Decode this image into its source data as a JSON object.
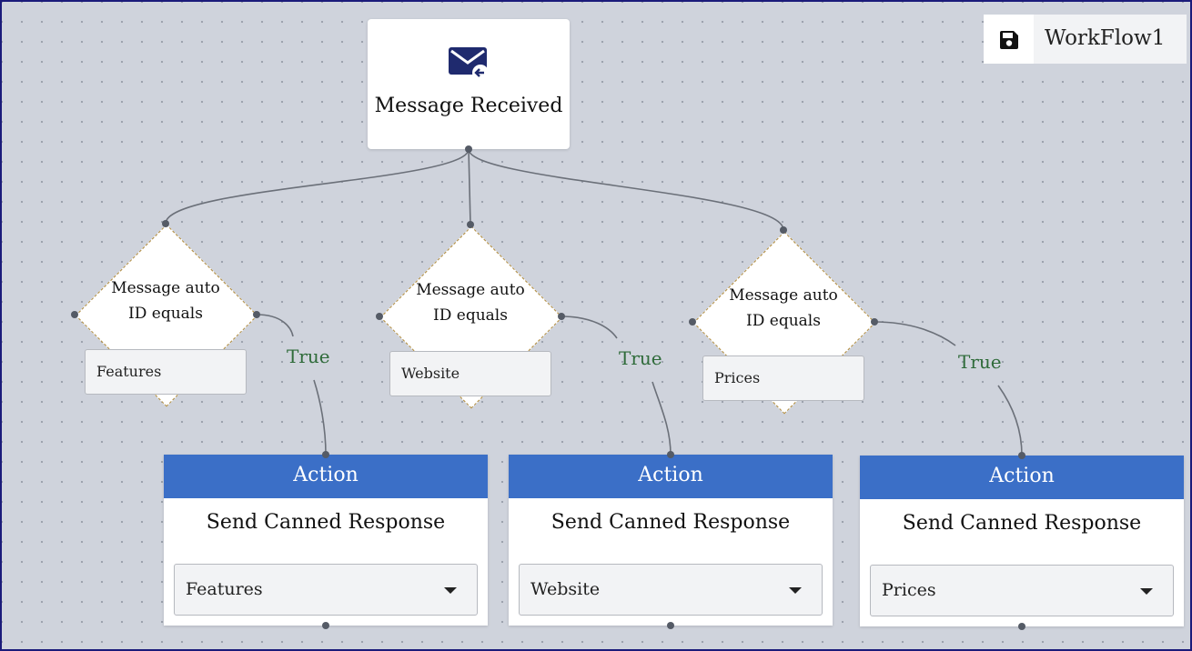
{
  "workflow": {
    "name": "WorkFlow1",
    "save_icon": "save-icon"
  },
  "trigger": {
    "title": "Message Received",
    "icon": "message-received-icon",
    "icon_color": "#1f2a6e"
  },
  "conditions": [
    {
      "label": "Message auto ID equals",
      "value": "Features",
      "branch_label": "True"
    },
    {
      "label": "Message auto ID equals",
      "value": "Website",
      "branch_label": "True"
    },
    {
      "label": "Message auto ID equals",
      "value": "Prices",
      "branch_label": "True"
    }
  ],
  "actions": [
    {
      "header": "Action",
      "title": "Send Canned Response",
      "selected": "Features"
    },
    {
      "header": "Action",
      "title": "Send Canned Response",
      "selected": "Website"
    },
    {
      "header": "Action",
      "title": "Send Canned Response",
      "selected": "Prices"
    }
  ],
  "colors": {
    "canvas_background": "#cfd3dc",
    "action_header": "#3b6fc7",
    "true_label": "#2f6b3a",
    "condition_border": "#b08a3a",
    "frame_border": "#1a1a7a"
  }
}
